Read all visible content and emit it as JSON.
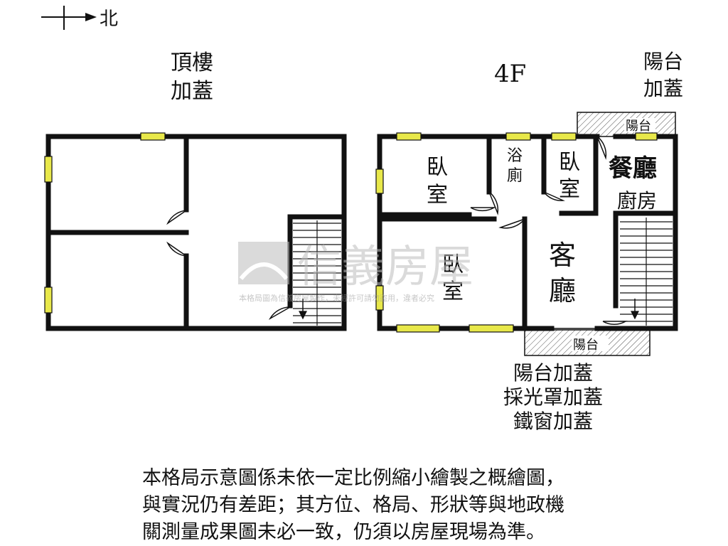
{
  "compass": {
    "north_label": "北"
  },
  "rooftop": {
    "title_line1": "頂樓",
    "title_line2": "加蓋"
  },
  "floor4": {
    "title": "4F",
    "rooms": {
      "bedroom_a": [
        "臥",
        "室"
      ],
      "bath": [
        "浴",
        "廁"
      ],
      "bedroom_b": [
        "臥",
        "室"
      ],
      "dining": "餐廳",
      "kitchen": "廚房",
      "bedroom_c": [
        "臥",
        "室"
      ],
      "living": [
        "客",
        "廳"
      ]
    },
    "balcony_top_label": "陽台",
    "balcony_bottom_label": "陽台",
    "note_top": [
      "陽台",
      "加蓋"
    ],
    "note_bottom": [
      "陽台加蓋",
      "採光罩加蓋",
      "鐵窗加蓋"
    ]
  },
  "watermark": {
    "brand": "信義房屋",
    "caption": "本格局圖為信義房屋製作，未經許可請勿盜用，違者必究"
  },
  "disclaimer": [
    "本格局示意圖係未依一定比例縮小繪製之概繪圖，",
    "與實況仍有差距；其方位、格局、形狀等與地政機",
    "關測量成果圖未必一致，仍須以房屋現場為準。"
  ],
  "colors": {
    "wall": "#111111",
    "window": "#e8e84a",
    "watermark": "#bdbdbd"
  }
}
